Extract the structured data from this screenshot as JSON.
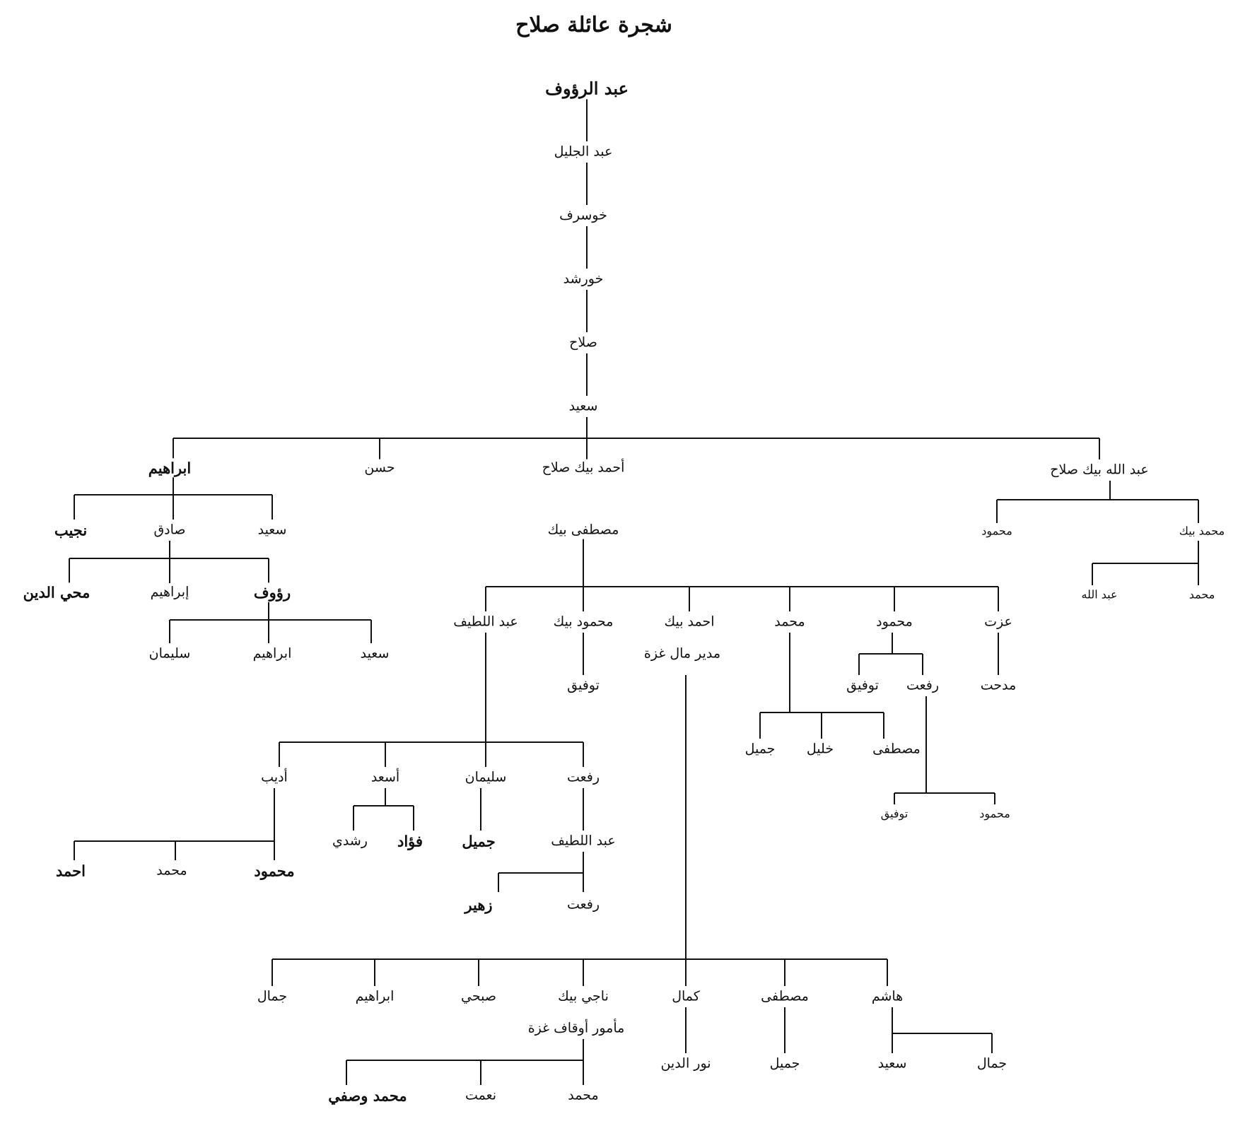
{
  "title": "شجرة عائلة صلاح",
  "people": {
    "abdalraouf": "عبد الرؤوف",
    "abdaljalil": "عبد الجليل",
    "khusraf": "خوسرف",
    "khurshid": "خورشد",
    "salah": "صلاح",
    "saeed": "سعيد",
    "ibrahim1": "ابراهيم",
    "hasan": "حسن",
    "ahmadbeysalah": "أحمد بيك صلاح",
    "abdallahbeysalah": "عبد الله بيك صلاح",
    "najib": "نجيب",
    "sadiq": "صادق",
    "saeed2": "سعيد",
    "muhyi": "محي الدين",
    "ibrahim2": "إبراهيم",
    "rauf": "رؤوف",
    "suleiman1": "سليمان",
    "ibrahim3": "ابراهيم",
    "saeed3": "سعيد",
    "mustafabey": "مصطفى بيك",
    "abdallatif1": "عبد اللطيف",
    "mahmoudbey": "محمود بيك",
    "ahmadbey": "احمد بيك",
    "muhammad1": "محمد",
    "mahmoud1": "محمود",
    "izzat": "عزت",
    "tawfiq1": "توفيق",
    "tawfiq2": "توفيق",
    "rifat1": "رفعت",
    "medhat": "مدحت",
    "jamil1": "جميل",
    "khalil": "خليل",
    "mustafa1": "مصطفى",
    "tawfiq3": "توفيق",
    "mahmoud2": "محمود",
    "adib": "أديب",
    "asad": "أسعد",
    "suleiman2": "سليمان",
    "rifat2": "رفعت",
    "rushdi": "رشدي",
    "fouad": "فؤاد",
    "jamil2": "جميل",
    "abdallatif2": "عبد اللطيف",
    "ahmad2": "احمد",
    "muhammad2": "محمد",
    "mahmoud3": "محمود",
    "zuhair": "زهير",
    "rifat3": "رفعت",
    "jamal1": "جمال",
    "ibrahim4": "ابراهيم",
    "subhi": "صبحي",
    "najibey": "ناجي بيك",
    "kamal": "كمال",
    "mustafa2": "مصطفى",
    "hashem": "هاشم",
    "nuraldin": "نور الدين",
    "jamil3": "جميل",
    "saeed4": "سعيد",
    "jamal2": "جمال",
    "muhammadwasfi": "محمد وصفي",
    "nimat": "نعمت",
    "muhammad3": "محمد",
    "mahmoud4": "محمود",
    "muhammadbey": "محمد بيك",
    "abdallah2": "عبد الله",
    "muhammad4": "محمد"
  },
  "notes": {
    "ahmadbey_role": "مدير مال غزة",
    "najibey_role": "مأمور أوقاف غزة"
  }
}
